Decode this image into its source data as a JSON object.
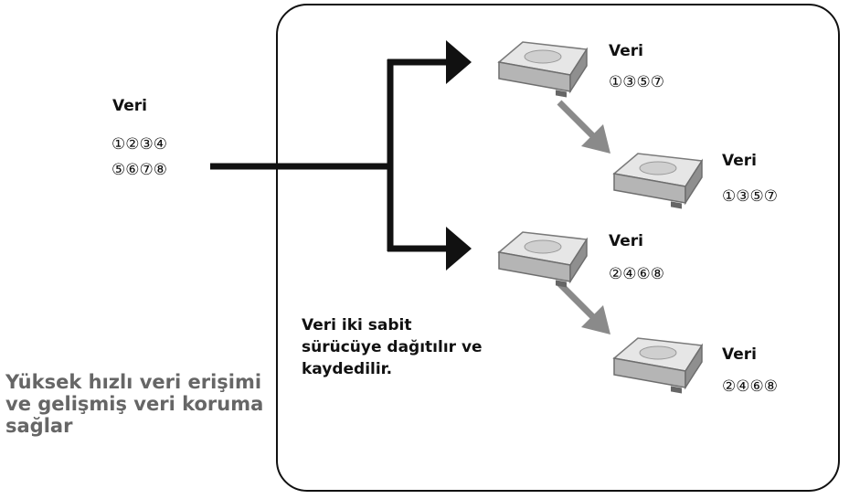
{
  "source": {
    "title": "Veri",
    "line1": "①②③④",
    "line2": "⑤⑥⑦⑧"
  },
  "drives": [
    {
      "title": "Veri",
      "data": "①③⑤⑦"
    },
    {
      "title": "Veri",
      "data": "①③⑤⑦"
    },
    {
      "title": "Veri",
      "data": "②④⑥⑧"
    },
    {
      "title": "Veri",
      "data": "②④⑥⑧"
    }
  ],
  "caption": {
    "line1": "Veri iki sabit",
    "line2": "sürücüye dağıtılır ve",
    "line3": "kaydedilir."
  },
  "tagline": {
    "line1": "Yüksek hızlı veri erişimi",
    "line2": "ve gelişmiş veri koruma",
    "line3": "sağlar"
  },
  "icons": {
    "drive": "hard-drive-icon",
    "arrow_primary": "arrow-right-icon",
    "arrow_mirror": "arrow-diagonal-icon"
  },
  "colors": {
    "primary_arrow": "#111111",
    "mirror_arrow": "#8a8a8a",
    "tagline": "#666666"
  }
}
